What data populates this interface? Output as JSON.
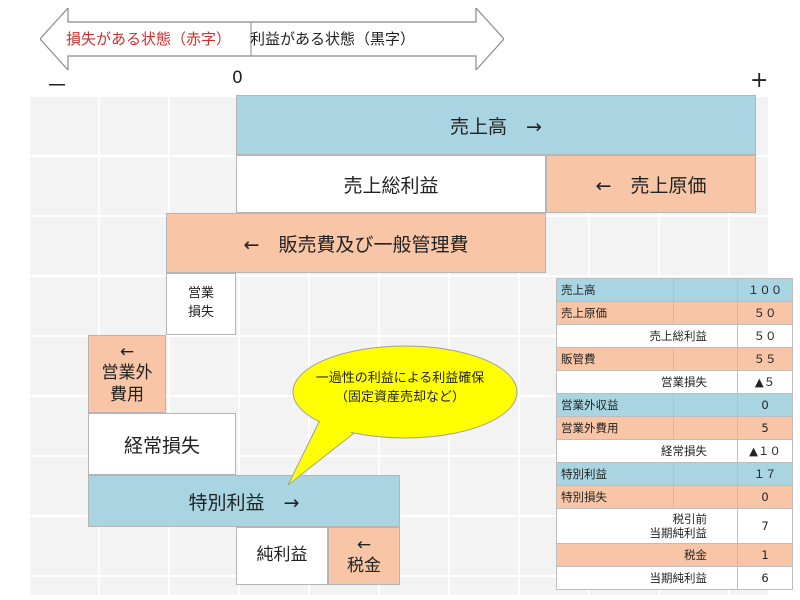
{
  "header": {
    "loss_label": "損失がある状態（赤字）",
    "profit_label": "利益がある状態（黒字）",
    "minus": "－",
    "zero": "0",
    "plus": "+"
  },
  "colors": {
    "revenue_blue": "#a9d4e1",
    "expense_orange": "#f8c6a6",
    "loss_red": "#d52e2e",
    "callout_yellow": "#ffff00",
    "grid_gray": "#f3f3f3"
  },
  "diagram": {
    "sales": "売上高　→",
    "gross_profit": "売上総利益",
    "cost_of_sales": "←　売上原価",
    "sga": "←　販売費及び一般管理費",
    "operating_loss": "営業\n損失",
    "non_operating_expense": "←\n営業外\n費用",
    "ordinary_loss": "経常損失",
    "extraordinary_income": "特別利益　→",
    "net_income": "純利益",
    "tax": "←\n税金",
    "callout": "一過性の利益による利益確保\n（固定資産売却など）"
  },
  "table": {
    "rows": [
      {
        "label": "売上高",
        "value": "１００",
        "style": "blue",
        "indent": false,
        "tall": false
      },
      {
        "label": "売上原価",
        "value": "５０",
        "style": "orange",
        "indent": false,
        "tall": false
      },
      {
        "label": "売上総利益",
        "value": "５０",
        "style": "white",
        "indent": true,
        "tall": false
      },
      {
        "label": "販管費",
        "value": "５５",
        "style": "orange",
        "indent": false,
        "tall": false
      },
      {
        "label": "営業損失",
        "value": "▲５",
        "style": "white",
        "indent": true,
        "tall": false
      },
      {
        "label": "営業外収益",
        "value": "0",
        "style": "blue",
        "indent": false,
        "tall": false
      },
      {
        "label": "営業外費用",
        "value": "5",
        "style": "orange",
        "indent": false,
        "tall": false
      },
      {
        "label": "経常損失",
        "value": "▲１０",
        "style": "white",
        "indent": true,
        "tall": false
      },
      {
        "label": "特別利益",
        "value": "１７",
        "style": "blue",
        "indent": false,
        "tall": false
      },
      {
        "label": "特別損失",
        "value": "0",
        "style": "orange",
        "indent": false,
        "tall": false
      },
      {
        "label": "税引前\n当期純利益",
        "value": "7",
        "style": "white",
        "indent": true,
        "tall": true
      },
      {
        "label": "税金",
        "value": "1",
        "style": "orange",
        "indent": true,
        "tall": false
      },
      {
        "label": "当期純利益",
        "value": "6",
        "style": "white",
        "indent": true,
        "tall": false
      }
    ]
  }
}
